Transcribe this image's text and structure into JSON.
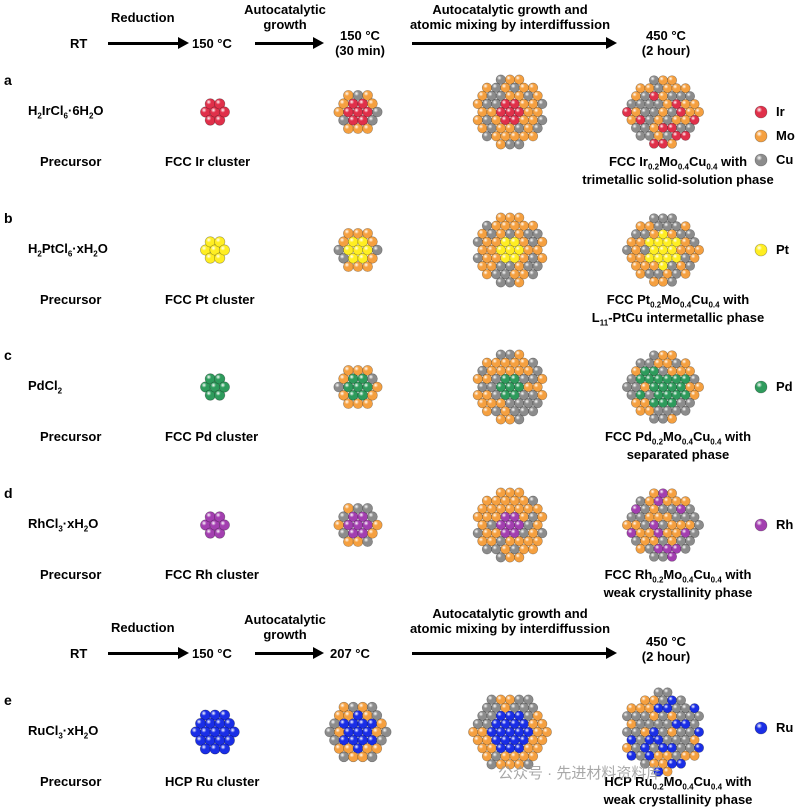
{
  "steps_top": {
    "rt": "RT",
    "arrow1_label": "Reduction",
    "t150": "150 °C",
    "arrow2_label_line1": "Autocatalytic",
    "arrow2_label_line2": "growth",
    "t150b_line1": "150 °C",
    "t150b_line2": "(30 min)",
    "arrow3_label_line1": "Autocatalytic growth and",
    "arrow3_label_line2": "atomic mixing by interdiffussion",
    "t450_line1": "450 °C",
    "t450_line2": "(2 hour)"
  },
  "steps_bottom": {
    "rt": "RT",
    "arrow1_label": "Reduction",
    "t150": "150 °C",
    "arrow2_label_line1": "Autocatalytic",
    "arrow2_label_line2": "growth",
    "t207": "207 °C",
    "arrow3_label_line1": "Autocatalytic growth and",
    "arrow3_label_line2": "atomic mixing by interdiffussion",
    "t450_line1": "450 °C",
    "t450_line2": "(2 hour)"
  },
  "rows": [
    {
      "letter": "a",
      "precursor_formula": "H2IrCl6·6H2O",
      "precursor_label": "Precursor",
      "cluster_label": "FCC Ir cluster",
      "product_line1": "FCC Ir0.2Mo0.4Cu0.4 with",
      "product_line2": "trimetallic solid-solution phase",
      "legend": "Ir",
      "color": "#e0304a"
    },
    {
      "letter": "b",
      "precursor_formula": "H2PtCl6·xH2O",
      "precursor_label": "Precursor",
      "cluster_label": "FCC Pt cluster",
      "product_line1": "FCC Pt0.2Mo0.4Cu0.4 with",
      "product_line2": "L11-PtCu intermetallic phase",
      "legend": "Pt",
      "color": "#ffee22"
    },
    {
      "letter": "c",
      "precursor_formula": "PdCl2",
      "precursor_label": "Precursor",
      "cluster_label": "FCC Pd cluster",
      "product_line1": "FCC Pd0.2Mo0.4Cu0.4 with",
      "product_line2": "separated phase",
      "legend": "Pd",
      "color": "#2e9b5c"
    },
    {
      "letter": "d",
      "precursor_formula": "RhCl3·xH2O",
      "precursor_label": "Precursor",
      "cluster_label": "FCC Rh cluster",
      "product_line1": "FCC Rh0.2Mo0.4Cu0.4 with",
      "product_line2": "weak crystallinity phase",
      "legend": "Rh",
      "color": "#a33fb0"
    },
    {
      "letter": "e",
      "precursor_formula": "RuCl3·xH2O",
      "precursor_label": "Precursor",
      "cluster_label": "HCP Ru cluster",
      "product_line1": "HCP Ru0.2Mo0.4Cu0.4 with",
      "product_line2": "weak crystallinity phase",
      "legend": "Ru",
      "color": "#1a2ee6"
    }
  ],
  "legend_common": [
    {
      "label": "Mo",
      "color": "#f5a040"
    },
    {
      "label": "Cu",
      "color": "#8c8c8c"
    }
  ],
  "watermark": "公众号 · 先进材料资料库"
}
